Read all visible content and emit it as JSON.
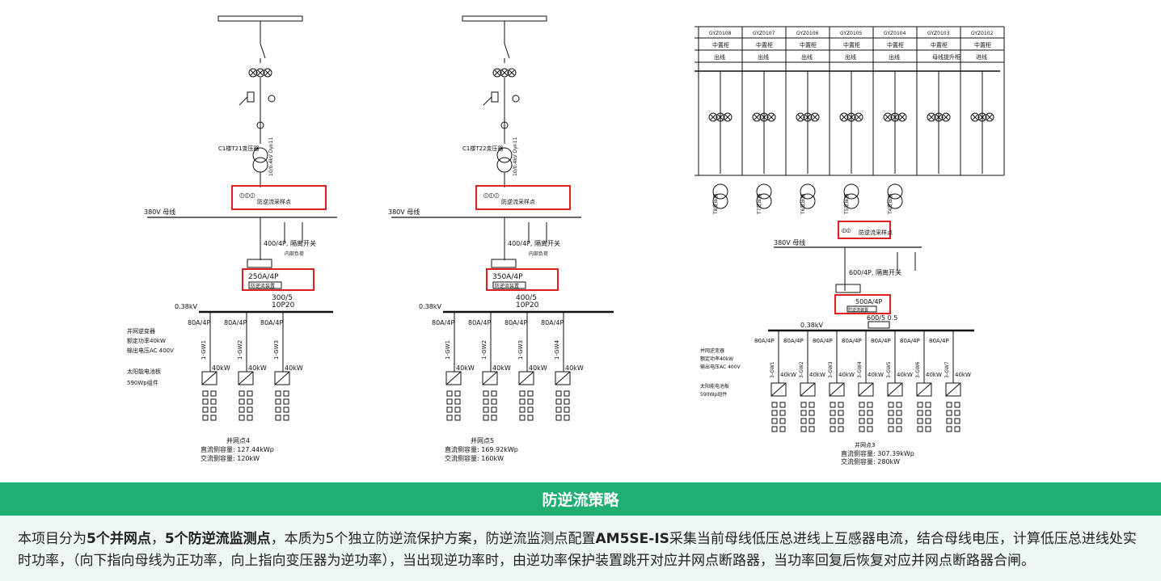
{
  "left_diagram": {
    "transformer_label": "C1楼T21变压器",
    "sample_point": "防逆流采样点",
    "bus_label": "380V 母线",
    "switch_label": "400/4P, 隔离开关",
    "spare_label": "内部负荷",
    "breaker_rating": "250A/4P",
    "protect_device": "防逆流装置",
    "ct_ratio": "300/5",
    "ct_class": "10P20",
    "voltage": "0.38kV",
    "feeders": [
      "80A/4P",
      "80A/4P",
      "80A/4P"
    ],
    "feeder_ids": [
      "1-GW1",
      "1-GW2",
      "1-GW3"
    ],
    "inverter_kw": [
      "40kW",
      "40kW",
      "40kW"
    ],
    "legend_lines": [
      "并网逆变器",
      "额定功率40kW",
      "输出电压AC 400V",
      "太阳能电池板",
      "590Wp组件"
    ],
    "point_name": "并网点4",
    "dc_capacity": "直流侧容量: 127.44kWp",
    "ac_capacity": "交流侧容量: 120kW"
  },
  "mid_diagram": {
    "transformer_label": "C1楼T22变压器",
    "sample_point": "防逆流采样点",
    "bus_label": "380V 母线",
    "switch_label": "400/4P, 隔离开关",
    "spare_label": "内部负荷",
    "breaker_rating": "350A/4P",
    "protect_device": "防逆流装置",
    "ct_ratio": "400/5",
    "ct_class": "10P20",
    "voltage": "0.38kV",
    "feeders": [
      "80A/4P",
      "80A/4P",
      "80A/4P",
      "80A/4P"
    ],
    "feeder_ids": [
      "1-GW1",
      "1-GW2",
      "1-GW3",
      "1-GW4"
    ],
    "inverter_kw": [
      "40kW",
      "40kW",
      "40kW",
      "40kW"
    ],
    "point_name": "并网点5",
    "dc_capacity": "直流侧容量: 169.92kWp",
    "ac_capacity": "交流侧容量: 160kW"
  },
  "right_diagram": {
    "cabinet_ids": [
      "GYZ0108",
      "GYZ0107",
      "GYZ0106",
      "GYZ0105",
      "GYZ0104",
      "GYZ0103",
      "GYZ0102"
    ],
    "cabinet_types": [
      "中置柜",
      "中置柜",
      "中置柜",
      "中置柜",
      "中置柜",
      "中置柜",
      "中置柜"
    ],
    "cabinet_uses": [
      "出线",
      "出线",
      "出线",
      "出线",
      "出线",
      "母线提升柜",
      "进线"
    ],
    "transformers": [
      "T8变压器",
      "T7变压器",
      "T6变压器",
      "T5变压器",
      "T4变压器"
    ],
    "sample_point": "防逆流采样点",
    "bus_label": "380V 母线",
    "switch_label": "600/4P, 隔离开关",
    "breaker_rating": "500A/4P",
    "protect_device": "防逆流装置",
    "ct_ratio": "600/5",
    "ct_class": "0.5",
    "voltage": "0.38kV",
    "feeders": [
      "80A/4P",
      "80A/4P",
      "80A/4P",
      "80A/4P",
      "80A/4P",
      "80A/4P",
      "80A/4P"
    ],
    "feeder_ids": [
      "3-GW1",
      "3-GW2",
      "3-GW3",
      "3-GW4",
      "3-GW5",
      "3-GW6",
      "3-GW7"
    ],
    "inverter_kw": [
      "40kW",
      "40kW",
      "40kW",
      "40kW",
      "40kW",
      "40kW",
      "40kW"
    ],
    "legend_lines": [
      "并网逆变器",
      "额定功率40kW",
      "输出电压AC 400V",
      "太阳能电池板",
      "590Wp组件"
    ],
    "point_name": "并网点3",
    "dc_capacity": "直流侧容量: 307.39kWp",
    "ac_capacity": "交流侧容量: 280kW"
  },
  "banner": {
    "title": "防逆流策略"
  },
  "description": {
    "p1": "本项目分为",
    "b1": "5个并网点",
    "p2": "，",
    "b2": "5个防逆流监测点",
    "p3": "，本质为5个独立防逆流保护方案，防逆流监测点配置",
    "b3": "AM5SE-IS",
    "p4": "采集当前母线低压总进线上互感器电流，结合母线电压，计算低压总进线处实时功率，（向下指向母线为正功率，向上指向变压器为逆功率），当出现逆功率时，由逆功率保护装置跳开对应并网点断路器，当功率回复后恢复对应并网点断路器合闸。"
  },
  "colors": {
    "banner": "#1fae74",
    "highlight": "#e02020",
    "line": "#111111"
  }
}
